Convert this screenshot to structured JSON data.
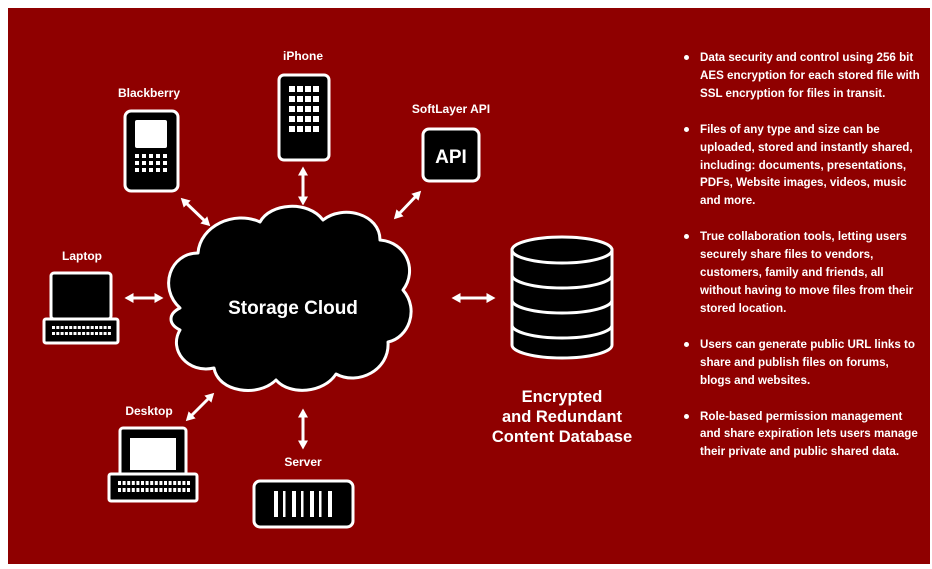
{
  "devices": {
    "iphone": "iPhone",
    "blackberry": "Blackberry",
    "softlayer_api": "SoftLayer API",
    "laptop": "Laptop",
    "desktop": "Desktop",
    "server": "Server"
  },
  "api_icon_text": "API",
  "cloud_label": "Storage Cloud",
  "database_label": [
    "Encrypted",
    "and Redundant",
    "Content Database"
  ],
  "bullets": [
    "Data security and control using 256 bit AES encryption for each stored file with SSL encryption for files in transit.",
    "Files of any type and size can be uploaded, stored and instantly shared, including: documents, presentations, PDFs, Website images, videos, music and more.",
    "True collaboration tools, letting users securely share files to vendors, customers, family and friends, all without having to move files from their stored location.",
    "Users can generate public URL links to share and publish files on forums, blogs and websites.",
    "Role-based permission management and share expiration lets users manage their private and public shared data."
  ],
  "colors": {
    "background": "#8f0000",
    "icon_fill": "#000000",
    "icon_stroke": "#ffffff",
    "text": "#ffffff"
  }
}
